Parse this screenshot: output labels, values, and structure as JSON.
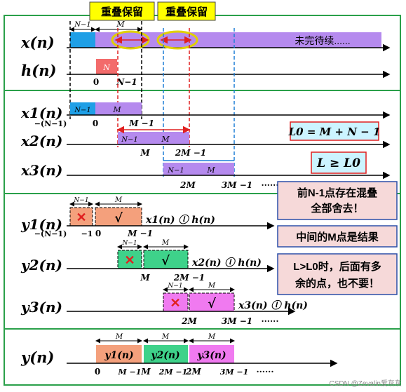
{
  "header": {
    "overlap_tag_1": "重叠保留",
    "overlap_tag_2": "重叠保留"
  },
  "panel_input": {
    "x_label": "x(n)",
    "h_label": "h(n)",
    "x_seg_n1": "N−1",
    "x_seg_m": "M",
    "x_note": "未完待续......",
    "h_seg": "N",
    "h_tick_0": "0",
    "h_tick_n1": "N−1",
    "x_tick_0": "0"
  },
  "panel_segments": {
    "x1_label": "x1(n)",
    "x2_label": "x2(n)",
    "x3_label": "x3(n)",
    "seg_n1": "N−1",
    "seg_m": "M",
    "x1_tick_a": "−(N−1)",
    "x1_tick_b": "0",
    "x1_tick_c": "M −1",
    "x2_tick_a": "M",
    "x2_tick_b": "2M −1",
    "x3_tick_a": "2M",
    "x3_tick_b": "3M −1",
    "dots": "······",
    "formula_l0": "L0 = M + N − 1",
    "formula_ge": "L ≥ L0"
  },
  "panel_outputs": {
    "y1_label": "y1(n)",
    "y2_label": "y2(n)",
    "y3_label": "y3(n)",
    "conv1": "x1(n) ⓛ h(n)",
    "conv2": "x2(n) ⓛ h(n)",
    "conv3": "x3(n) ⓛ h(n)",
    "seg_n1": "N−1",
    "seg_m": "M",
    "cross": "✕",
    "check": "√",
    "y1_tick_a": "−(N−1)",
    "y1_tick_b": "−1",
    "y1_tick_c": "0",
    "y1_tick_d": "M −1",
    "y2_tick_a": "M",
    "y2_tick_b": "2M −1",
    "y3_tick_a": "2M",
    "y3_tick_b": "3M −1",
    "dots": "······",
    "note1": "前N-1点存在混叠\n全部舍去！",
    "note2": "中间的M点是结果",
    "note3": "L>L0时，后面有多\n余的点，也不要！"
  },
  "panel_result": {
    "y_label": "y(n)",
    "seg_m": "M",
    "b1": "y1(n)",
    "b2": "y2(n)",
    "b3": "y3(n)",
    "t0": "0",
    "t1": "M −1",
    "t2": "M",
    "t3": "2M −1",
    "t4": "2M",
    "t5": "3M −1",
    "dots": "······"
  },
  "watermark": "CSDN @Zevalin爱灰灰",
  "colors": {
    "panel_border": "#2aa04a",
    "tag_bg": "#ffff00",
    "blue_seg": "#1f9fe6",
    "purple_seg": "#b58aee",
    "red_seg": "#f36b6b",
    "blue_dark": "#3d6fd6",
    "salmon": "#f4a07c",
    "green": "#3ed28a",
    "magenta": "#f07af0",
    "note_pink": "#f6d9d9",
    "formula_bg": "#ccf4ff"
  }
}
